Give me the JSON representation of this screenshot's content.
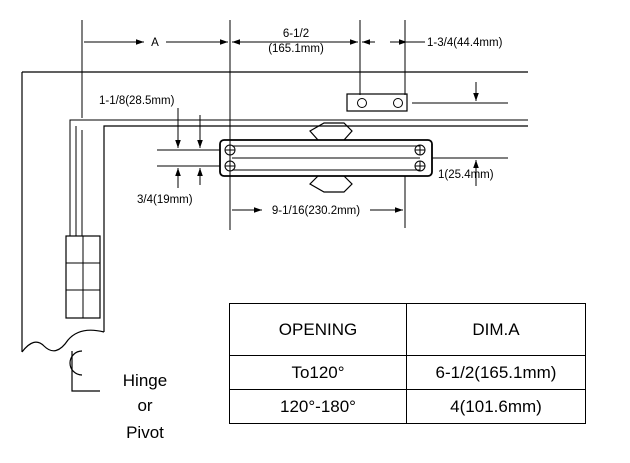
{
  "dimensions": {
    "a": "A",
    "top_1": "6-1/2",
    "top_2": "(165.1mm)",
    "right": "1-3/4(44.4mm)",
    "upper_left": "1-1/8(28.5mm)",
    "lower_left": "3/4(19mm)",
    "center": "9-1/16(230.2mm)",
    "right_vertical": "1(25.4mm)"
  },
  "hinge_label": {
    "line1": "Hinge",
    "line2": "or",
    "line3": "Pivot"
  },
  "table": {
    "headers": [
      "OPENING",
      "DIM.A"
    ],
    "rows": [
      [
        "To120°",
        "6-1/2(165.1mm)"
      ],
      [
        "120°-180°",
        "4(101.6mm)"
      ]
    ]
  }
}
